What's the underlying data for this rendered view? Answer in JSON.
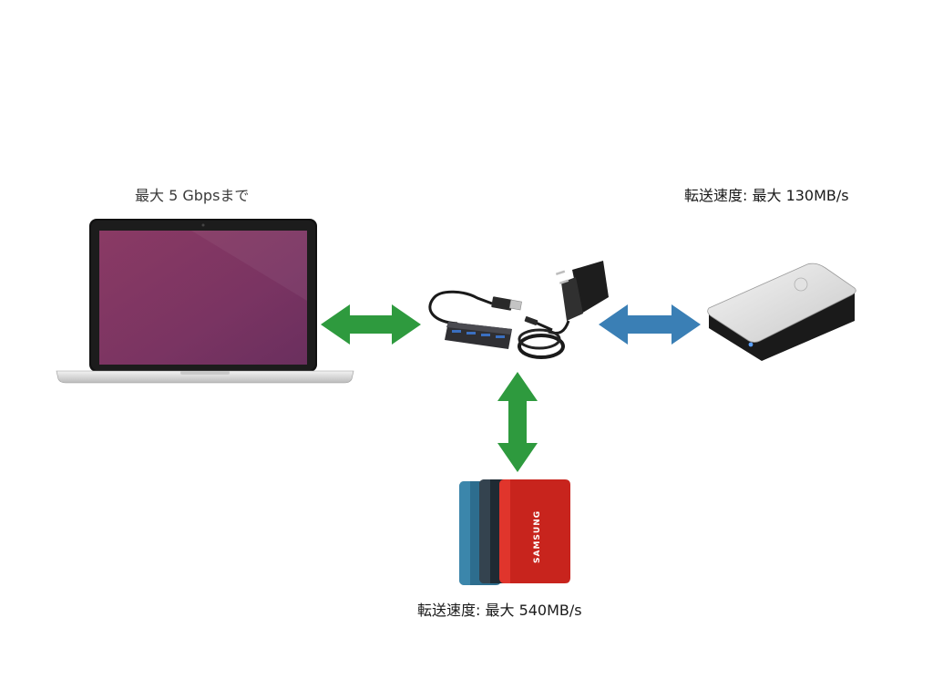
{
  "labels": {
    "laptop_speed": "最大 5 Gbpsまで",
    "hdd_speed": "転送速度: 最大 130MB/s",
    "ssd_speed": "転送速度: 最大 540MB/s"
  },
  "ssd_brand": "SAMSUNG",
  "colors": {
    "arrow_green": "#2e9a3e",
    "arrow_blue": "#3a7fb5",
    "laptop_screen_top": "#8a3a64",
    "laptop_screen_bottom": "#6e2f5e",
    "ssd_blue": "#2d6d8e",
    "ssd_black": "#1f2a33",
    "ssd_red": "#c8241d"
  },
  "icons": [
    "laptop-icon",
    "usb-hub-icon",
    "power-adapter-icon",
    "external-hdd-icon",
    "portable-ssd-icon"
  ]
}
